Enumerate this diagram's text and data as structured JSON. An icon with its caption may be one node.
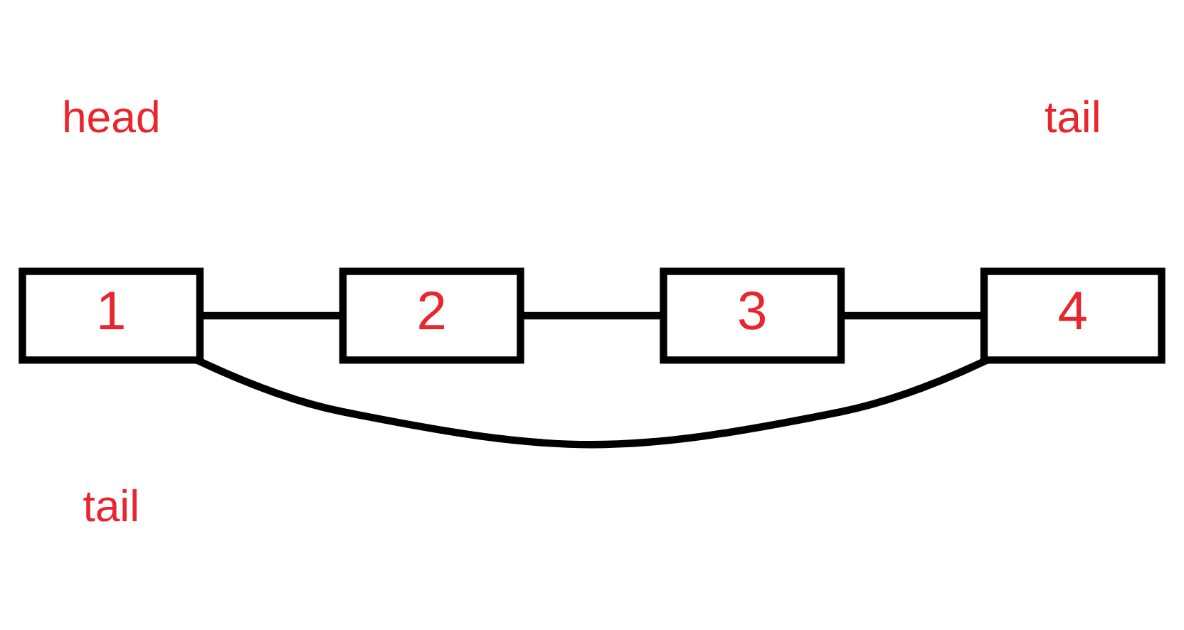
{
  "diagram": {
    "nodes": [
      {
        "text": [
          "1"
        ]
      },
      {
        "text": [
          "2"
        ]
      },
      {
        "text": [
          "3"
        ]
      },
      {
        "text": [
          "4"
        ]
      }
    ],
    "edges": [
      {
        "from": 0,
        "to": 1,
        "arrow": "none"
      },
      {
        "from": 1,
        "to": 2,
        "arrow": "none"
      },
      {
        "from": 2,
        "to": 3,
        "arrow": "none"
      },
      {
        "from": 0,
        "to": 3,
        "arrow": "none"
      }
    ],
    "labels": [
      "head",
      "tail",
      "tail"
    ]
  }
}
